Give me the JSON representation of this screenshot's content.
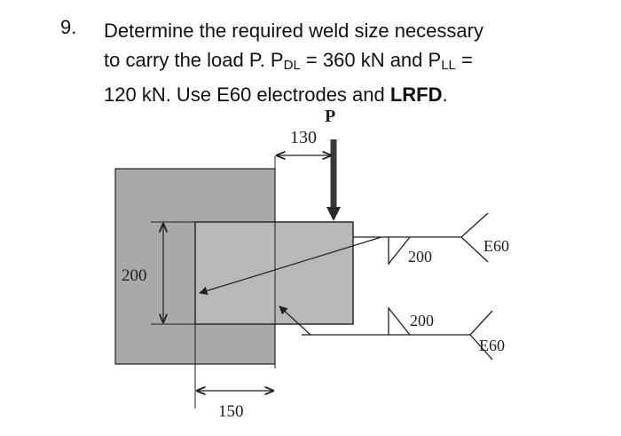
{
  "problem": {
    "number": "9.",
    "line1": "Determine the required weld size necessary",
    "line2_pre": "to carry the load P. P",
    "sub_dl": "DL",
    "line2_mid": " = 360 kN and P",
    "sub_ll": "LL",
    "line2_post": " =",
    "line3_pre": "120 kN. Use E60 electrodes and ",
    "line3_bold": "LRFD",
    "line3_post": "."
  },
  "figure": {
    "load_label": "P",
    "dim_eccentricity": "130",
    "dim_height": "200",
    "dim_width": "150",
    "weld_top_length": "200",
    "weld_top_electrode": "E60",
    "weld_bottom_length": "200",
    "weld_bottom_electrode": "E60",
    "colors": {
      "column": "#a9a9a9",
      "plate": "#b8b8b8",
      "line": "#1f1f1f",
      "load_arrow": "#3a3a3a"
    }
  }
}
